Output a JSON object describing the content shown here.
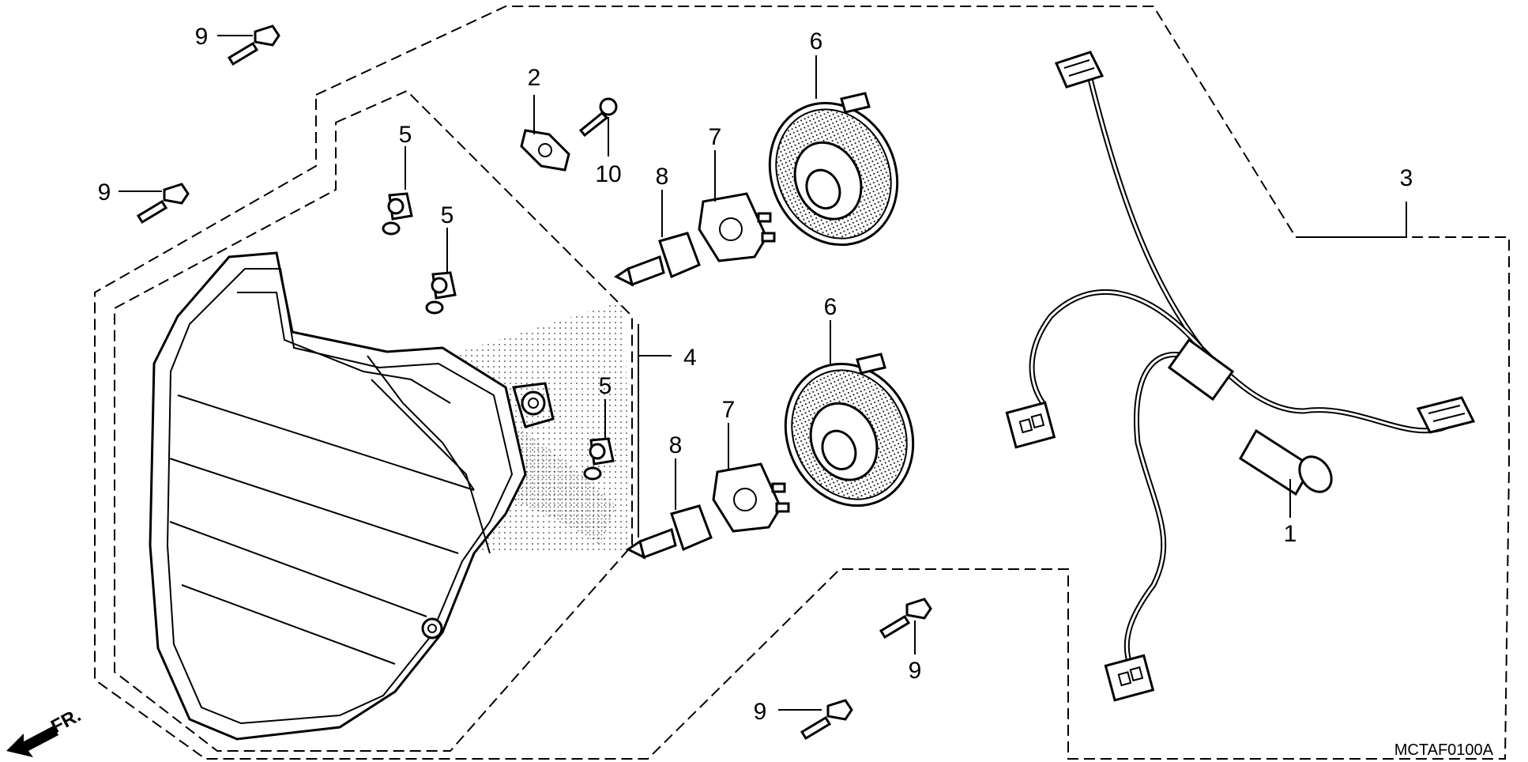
{
  "diagram": {
    "code": "MCTAF0100A",
    "front_marker": "FR.",
    "callouts": {
      "c1": "1",
      "c2": "2",
      "c3": "3",
      "c4": "4",
      "c5a": "5",
      "c5b": "5",
      "c5c": "5",
      "c6a": "6",
      "c6b": "6",
      "c7a": "7",
      "c7b": "7",
      "c8a": "8",
      "c8b": "8",
      "c9a": "9",
      "c9b": "9",
      "c9c": "9",
      "c9d": "9",
      "c10": "10"
    }
  }
}
